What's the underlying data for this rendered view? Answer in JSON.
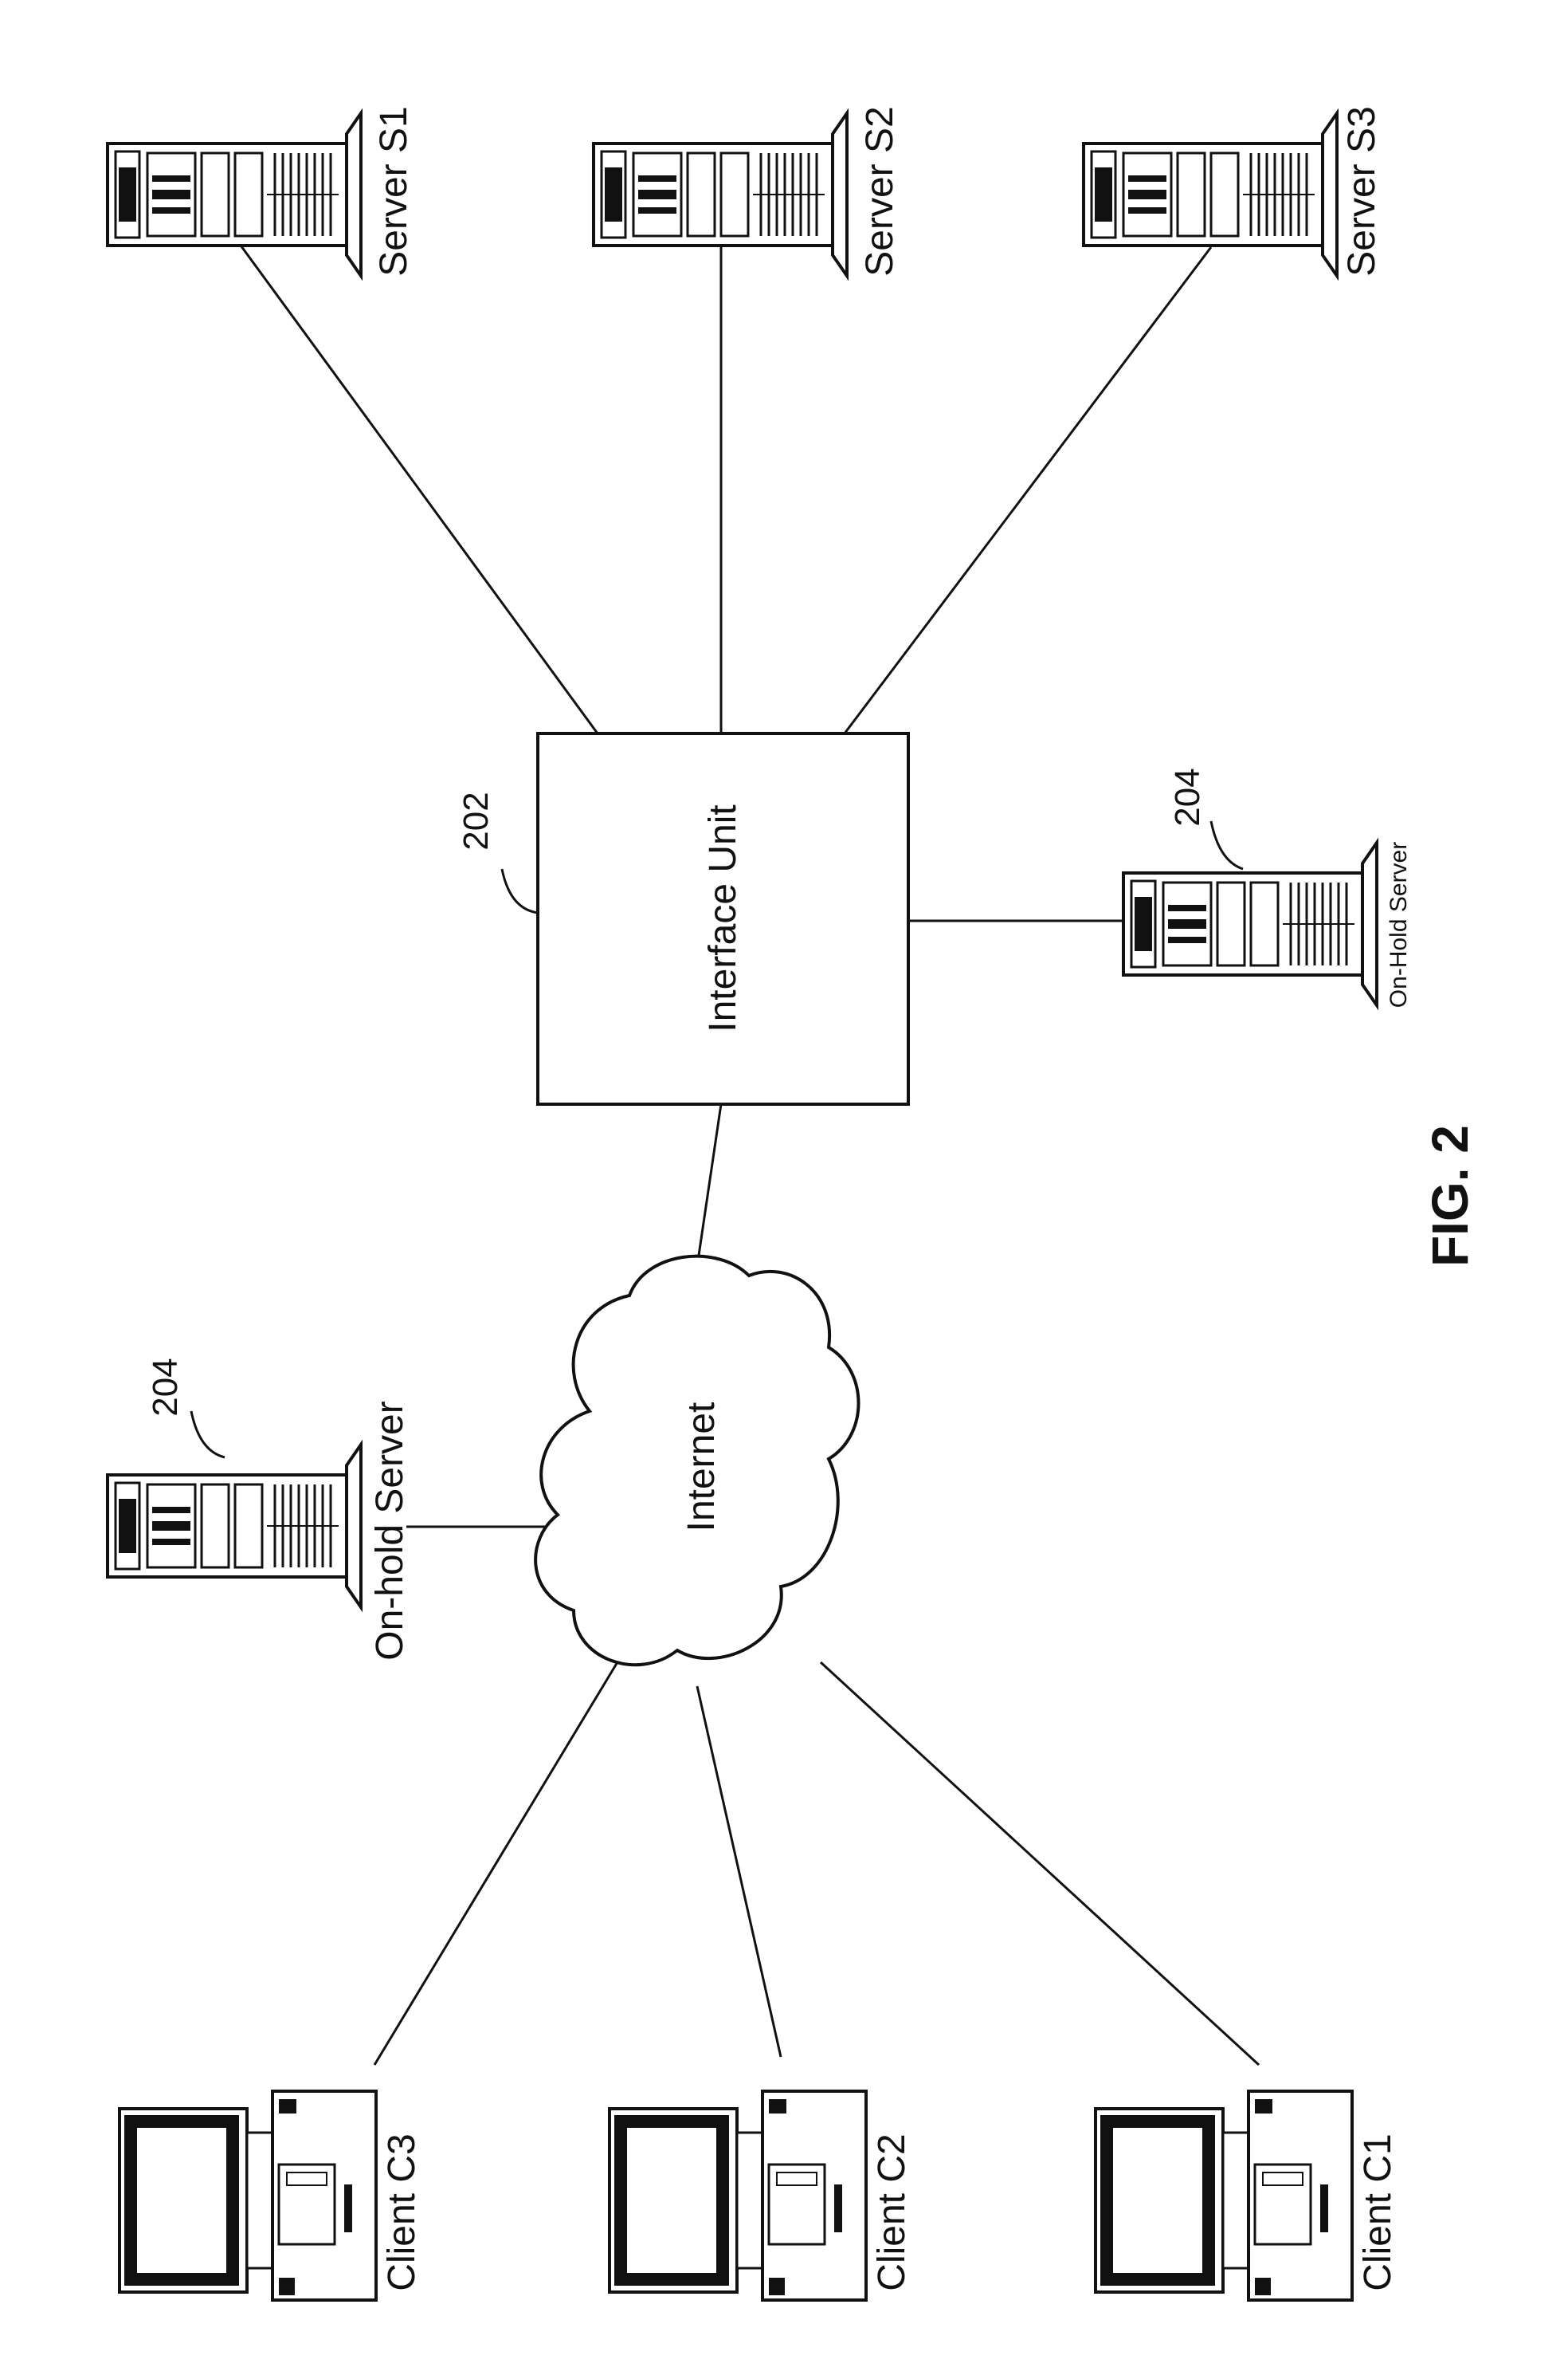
{
  "figure_label": "FIG. 2",
  "nodes": {
    "interface_unit": {
      "label": "Interface Unit",
      "ref": "202"
    },
    "internet": {
      "label": "Internet"
    },
    "server_s1": {
      "label": "Server S1"
    },
    "server_s2": {
      "label": "Server S2"
    },
    "server_s3": {
      "label": "Server S3"
    },
    "onhold_left": {
      "label": "On-hold Server",
      "ref": "204"
    },
    "onhold_right": {
      "label": "On-Hold Server",
      "ref": "204"
    },
    "client_c1": {
      "label": "Client C1"
    },
    "client_c2": {
      "label": "Client C2"
    },
    "client_c3": {
      "label": "Client C3"
    }
  },
  "connections": [
    [
      "internet",
      "interface_unit"
    ],
    [
      "interface_unit",
      "server_s1"
    ],
    [
      "interface_unit",
      "server_s2"
    ],
    [
      "interface_unit",
      "server_s3"
    ],
    [
      "interface_unit",
      "onhold_right"
    ],
    [
      "internet",
      "onhold_left"
    ],
    [
      "internet",
      "client_c1"
    ],
    [
      "internet",
      "client_c2"
    ],
    [
      "internet",
      "client_c3"
    ]
  ]
}
